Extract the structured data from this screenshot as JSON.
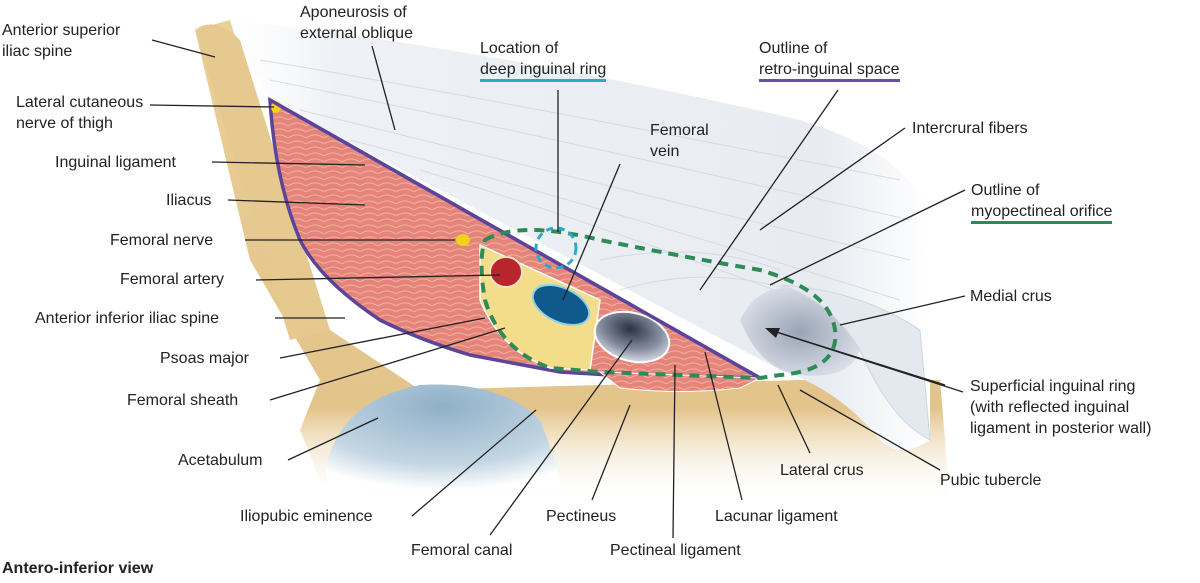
{
  "figure": {
    "caption": "Antero-inferior view",
    "colors": {
      "bone": "#e6c98f",
      "muscle": "#e58478",
      "fascia": "#eef1f5",
      "artery": "#b8252c",
      "vein": "#0f5a8a",
      "nerve": "#f2d21b",
      "fat": "#f3dc8a",
      "acetabulum": "#a9c3d6",
      "ligament_outline": "#5b449b",
      "deep_ring_outline": "#2aa9c9",
      "retro_inguinal_outline": "#6a4fa3",
      "myopectineal_outline": "#2e8b57"
    },
    "labels": {
      "asis": [
        "Anterior superior",
        "iliac spine"
      ],
      "aponeurosis": [
        "Aponeurosis of",
        "external oblique"
      ],
      "deep_ring": [
        "Location of",
        "deep inguinal ring"
      ],
      "retro_space": [
        "Outline of",
        "retro-inguinal space"
      ],
      "lat_cut_nerve": [
        "Lateral cutaneous",
        "nerve of thigh"
      ],
      "fem_vein": [
        "Femoral",
        "vein"
      ],
      "intercrural": "Intercrural fibers",
      "inguinal_lig": "Inguinal ligament",
      "myopectineal": [
        "Outline of",
        "myopectineal orifice"
      ],
      "iliacus": "Iliacus",
      "fem_nerve": "Femoral nerve",
      "fem_artery": "Femoral artery",
      "medial_crus": "Medial crus",
      "aiis": "Anterior inferior iliac spine",
      "psoas": "Psoas major",
      "superficial_ring": [
        "Superficial inguinal ring",
        "(with reflected inguinal",
        "ligament in posterior wall)"
      ],
      "fem_sheath": "Femoral sheath",
      "acetabulum": "Acetabulum",
      "lateral_crus": "Lateral crus",
      "pubic_tubercle": "Pubic tubercle",
      "iliopubic": "Iliopubic eminence",
      "pectineus": "Pectineus",
      "lacunar": "Lacunar ligament",
      "fem_canal": "Femoral canal",
      "pectineal_lig": "Pectineal ligament"
    }
  }
}
